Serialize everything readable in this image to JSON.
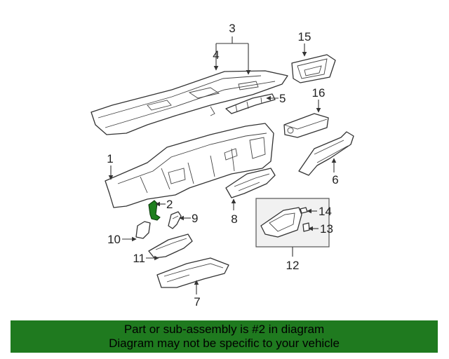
{
  "diagram": {
    "callouts": {
      "c1": "1",
      "c2": "2",
      "c3": "3",
      "c4": "4",
      "c5": "5",
      "c6": "6",
      "c7": "7",
      "c8": "8",
      "c9": "9",
      "c10": "10",
      "c11": "11",
      "c12": "12",
      "c13": "13",
      "c14": "14",
      "c15": "15",
      "c16": "16"
    },
    "highlight_color": "#1e7f1e"
  },
  "banner": {
    "line1": "Part or sub-assembly is #2 in diagram",
    "line2": "Diagram may not be specific to your vehicle",
    "background": "#1f7a1f"
  }
}
